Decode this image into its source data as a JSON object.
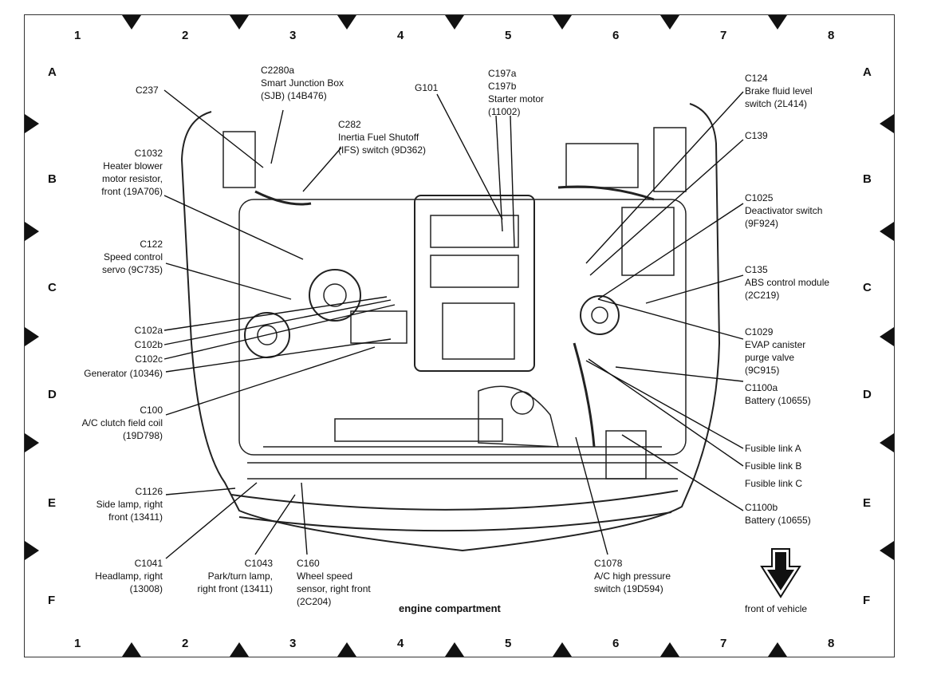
{
  "grid": {
    "columns": [
      "1",
      "2",
      "3",
      "4",
      "5",
      "6",
      "7",
      "8"
    ],
    "rows": [
      "A",
      "B",
      "C",
      "D",
      "E",
      "F"
    ]
  },
  "caption": "engine compartment",
  "front_label": "front of vehicle",
  "callouts": {
    "c237": "C237",
    "c2280a": "C2280a\nSmart Junction Box\n(SJB) (14B476)",
    "c282": "C282\nInertia Fuel Shutoff\n(IFS) switch (9D362)",
    "g101": "G101",
    "c197": "C197a\nC197b\nStarter motor\n(11002)",
    "c124": "C124\nBrake fluid level\nswitch (2L414)",
    "c139": "C139",
    "c1025": "C1025\nDeactivator switch\n(9F924)",
    "c135": "C135\nABS control module\n(2C219)",
    "c1029": "C1029\nEVAP canister\npurge valve\n(9C915)",
    "c1100a": "C1100a\nBattery (10655)",
    "fusible_a": "Fusible link A",
    "fusible_b": "Fusible link B",
    "fusible_c": "Fusible link C",
    "c1100b": "C1100b\nBattery (10655)",
    "c1032": "C1032\nHeater blower\nmotor resistor,\nfront (19A706)",
    "c122": "C122\nSpeed control\nservo (9C735)",
    "c102a": "C102a",
    "c102b": "C102b",
    "c102c": "C102c",
    "generator": "Generator (10346)",
    "c100": "C100\nA/C clutch field coil\n(19D798)",
    "c1126": "C1126\nSide lamp, right\nfront (13411)",
    "c1041": "C1041\nHeadlamp, right\n(13008)",
    "c1043": "C1043\nPark/turn lamp,\nright front (13411)",
    "c160": "C160\nWheel speed\nsensor, right front\n(2C204)",
    "c1078": "C1078\nA/C high pressure\nswitch (19D594)"
  }
}
